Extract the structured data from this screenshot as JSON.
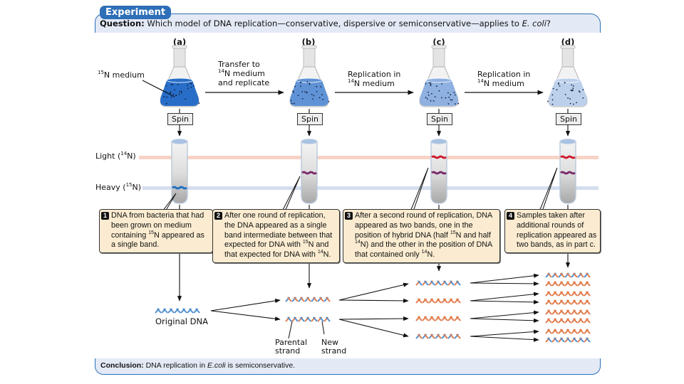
{
  "header": {
    "tag": "Experiment",
    "question_label": "Question:",
    "question_text_1": " Which model of DNA replication—conservative, dispersive or semiconservative—applies to ",
    "question_organism": "E. coli",
    "question_end": "?"
  },
  "panels": [
    {
      "label": "(a)",
      "medium_intensity": 1.0
    },
    {
      "label": "(b)",
      "medium_intensity": 0.7
    },
    {
      "label": "(c)",
      "medium_intensity": 0.45
    },
    {
      "label": "(d)",
      "medium_intensity": 0.2
    }
  ],
  "medium_label": {
    "iso": "15",
    "text": "N medium"
  },
  "transitions": [
    {
      "line1": "Transfer to",
      "iso": "14",
      "line2": "N medium",
      "line3": "and replicate"
    },
    {
      "line1": "Replication in",
      "iso": "14",
      "line2": "N medium"
    },
    {
      "line1": "Replication in",
      "iso": "14",
      "line2": "N medium"
    }
  ],
  "spin_label": "Spin",
  "density_levels": {
    "light": {
      "text_pre": "Light (",
      "iso": "14",
      "text_post": "N)",
      "color": "#f6d3c4"
    },
    "heavy": {
      "text_pre": "Heavy (",
      "iso": "15",
      "text_post": "N)",
      "color": "#d4deef"
    }
  },
  "bands": {
    "a": [
      "heavy"
    ],
    "b": [
      "hybrid"
    ],
    "c": [
      "light",
      "hybrid"
    ],
    "d": [
      "light",
      "hybrid"
    ]
  },
  "steps": [
    {
      "num": "1",
      "parts": [
        "DNA from bacteria that had been grown on medium containing ",
        "15",
        "N appeared as a single band."
      ]
    },
    {
      "num": "2",
      "parts": [
        "After one round of replication, the DNA appeared as a single band intermediate between that expected for DNA with ",
        "15",
        "N and that expected for DNA with ",
        "14",
        "N."
      ]
    },
    {
      "num": "3",
      "parts": [
        "After a second round of replication, DNA appeared as two bands, one in the position of hybrid DNA (half ",
        "15",
        "N and half ",
        "14",
        "N) and the other in the position of DNA that contained only ",
        "14",
        "N."
      ]
    },
    {
      "num": "4",
      "parts": [
        "Samples taken after additional rounds of replication appeared as two bands, as in part c."
      ]
    }
  ],
  "dna_labels": {
    "original": "Original DNA",
    "parental_1": "Parental",
    "parental_2": "strand",
    "new_1": "New",
    "new_2": "strand"
  },
  "colors": {
    "accent": "#2e6fb7",
    "header_bg": "#e3eaf6",
    "callout_bg": "#fbecd1",
    "parental_strand": "#4f8fcf",
    "new_strand": "#e07a4a",
    "band_heavy": "#1f6fc0",
    "band_hybrid": "#7a2a6a",
    "band_light": "#d0172b"
  },
  "conclusion": {
    "label": "Conclusion:",
    "text_1": " DNA replication in ",
    "organism": "E.coli",
    "text_2": " is semiconservative."
  }
}
